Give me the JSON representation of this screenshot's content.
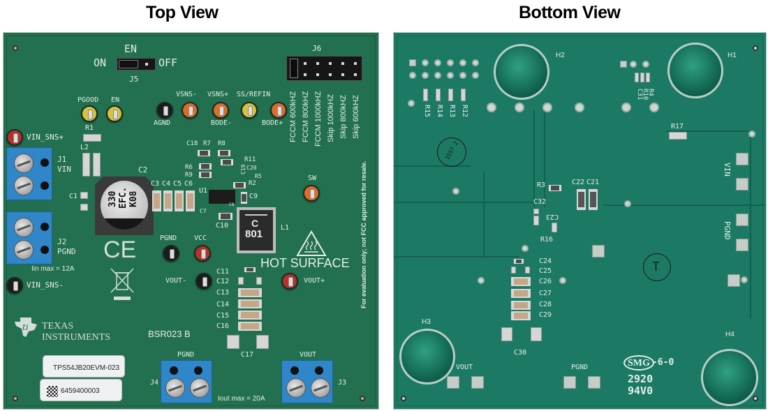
{
  "titles": {
    "top": "Top View",
    "bottom": "Bottom View"
  },
  "top_view": {
    "jumper_en": {
      "title": "EN",
      "on": "ON",
      "off": "OFF",
      "ref": "J5"
    },
    "header_j6": {
      "ref": "J6",
      "options": [
        "FCCM 600kHZ",
        "FCCM 800kHZ",
        "FCCM 1000kHZ",
        "Skip 1000kHZ",
        "Skip 800kHZ",
        "Skip 600kHZ"
      ]
    },
    "test_points": {
      "pgood": "PGOOD",
      "en": "EN",
      "agnd": "AGND",
      "vsns_minus": "VSNS-",
      "vsns_plus": "VSNS+",
      "ss_refin": "SS/REFIN",
      "bode_minus": "BODE-",
      "bode_plus": "BODE+",
      "vin_sns_plus": "VIN_SNS+",
      "vin_sns_minus": "VIN_SNS-",
      "pgnd": "PGND",
      "vcc": "VCC",
      "vout_minus": "VOUT-",
      "vout_plus": "VOUT+",
      "sw": "SW"
    },
    "connectors": {
      "j1": "J1",
      "j1_label": "VIN",
      "j2": "J2",
      "j2_label": "PGND",
      "j4": "J4",
      "j4_label": "PGND",
      "j3": "J3",
      "j3_label": "VOUT"
    },
    "components": {
      "r1": "R1",
      "l2": "L2",
      "c1": "C1",
      "c2": "C2",
      "c3": "C3",
      "c4": "C4",
      "c5": "C5",
      "c6": "C6",
      "c18": "C18",
      "r7": "R7",
      "r8": "R8",
      "r6": "R6",
      "r9": "R9",
      "r11": "R11",
      "c19": "C19",
      "c20": "C20",
      "r5": "R5",
      "r2": "R2",
      "u1": "U1",
      "c9": "C9",
      "c7": "C7",
      "c8": "C8",
      "c10": "C10",
      "l1": "L1",
      "c11": "C11",
      "c12": "C12",
      "c13": "C13",
      "c14": "C14",
      "c15": "C15",
      "c16": "C16",
      "c17": "C17"
    },
    "cap_marking": [
      "330",
      "EFC.",
      "K08"
    ],
    "inductor_marking": [
      "C",
      "801"
    ],
    "iin_max": "Iin max = 12A",
    "iout_max": "Iout max = 20A",
    "hot_surface": "HOT SURFACE",
    "ce_mark": "CE",
    "board_rev": "BSR023 B",
    "fcc_notice": "For evaluation only; not FCC approved for resale.",
    "ti_logo": {
      "line1": "TEXAS",
      "line2": "INSTRUMENTS"
    },
    "part_label": "TPS54JB20EVM-023",
    "serial_label": "6459400003"
  },
  "bottom_view": {
    "mounts": [
      "H1",
      "H2",
      "H3",
      "H4"
    ],
    "resistors_top_left": [
      "R15",
      "R14",
      "R13",
      "R12"
    ],
    "resistors_top_right": [
      "R4",
      "R10",
      "C31"
    ],
    "components": {
      "r17": "R17",
      "r3": "R3",
      "c22": "C22",
      "c21": "C21",
      "c32": "C32",
      "c23": "C23",
      "r16": "R16",
      "c24": "C24",
      "c25": "C25",
      "c26": "C26",
      "c27": "C27",
      "c28": "C28",
      "c29": "C29",
      "c30": "C30"
    },
    "pad_labels": {
      "vin": "VIN",
      "pgnd_right": "PGND",
      "vout": "VOUT",
      "pgnd_bottom": "PGND"
    },
    "stamp": "1557 2",
    "stamp_t": "T",
    "smg": {
      "logo": "SMG",
      "suffix": "-6-0",
      "line2": "2920",
      "line3": "94V0"
    }
  }
}
